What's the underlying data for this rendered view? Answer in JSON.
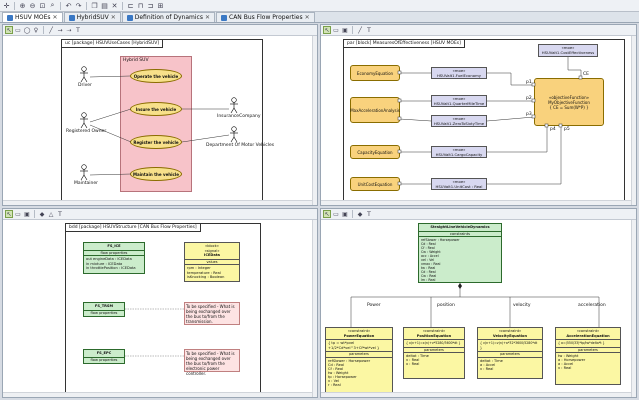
{
  "tabs": [
    {
      "label": "HSUV MOEs",
      "active": true
    },
    {
      "label": "HybridSUV",
      "active": false
    },
    {
      "label": "Definition of Dynamics",
      "active": false
    },
    {
      "label": "CAN Bus Flow Properties",
      "active": false
    }
  ],
  "uc": {
    "frame_label": "uc [package] HSUVUseCases [HybridSUV]",
    "subject_label": "Hybrid SUV",
    "actors": [
      "Driver",
      "Registered Owner",
      "Maintainer",
      "InsuranceCompany",
      "Department Of Motor Vehicles"
    ],
    "use_cases": [
      "Operate the vehicle",
      "Insure the vehicle",
      "Register the vehicle",
      "Maintain the vehicle"
    ]
  },
  "par": {
    "frame_label": "par [block] MeasuresOfEffectiveness [HSUV MOEs]",
    "constraint_note_stereo": "«moe»",
    "constraint_note_name": "HSUValt1.CostEffectiveness",
    "parts": [
      "EconomyEquation",
      "MaxAccelerationAnalysis",
      "CapacityEquation",
      "UnitCostEquation"
    ],
    "props": [
      {
        "stereo": "«moe»",
        "name": "HSUValt1.FuelEconomy"
      },
      {
        "stereo": "«moe»",
        "name": "HSUValt1.QuarterMileTime"
      },
      {
        "stereo": "«moe»",
        "name": "HSUValt1.ZeroToSixtyTime"
      },
      {
        "stereo": "«moe»",
        "name": "HSUValt1.CargoCapacity"
      },
      {
        "stereo": "«moe»",
        "name": "HSUValt1.UnitCost : Real"
      }
    ],
    "objective_stereo": "«objectiveFunction»",
    "objective_name": "MyObjectiveFunction",
    "objective_constraint": "{ CE = Sum(W*P) }",
    "ports": [
      "p1",
      "p2",
      "p3",
      "p4",
      "p5",
      "CE"
    ]
  },
  "bdd": {
    "frame_label": "bdd [package] HSUVStructure [CAN Bus Flow Properties]",
    "blocks": [
      {
        "name": "FS_ICE",
        "section": "flow properties",
        "rows": [
          "out engineData : ICEData",
          "in mixture : ICEData",
          "in throttlePosition : ICEData"
        ]
      },
      {
        "name": "FS_TRSM",
        "section": "flow properties",
        "rows": []
      },
      {
        "name": "FS_EPC",
        "section": "flow properties",
        "rows": []
      }
    ],
    "signal_block": {
      "stereo1": "«block»",
      "stereo2": "«signal»",
      "name": "ICEData",
      "section": "values",
      "rows": [
        "rpm : Integer",
        "temperature : Real",
        "isKnocking : Boolean"
      ]
    },
    "notes": [
      "To be specified - What is being exchanged over the bus to/from the transmission.",
      "To be specified - What is being exchanged over the bus to/from the electronic power controller."
    ]
  },
  "dyn": {
    "top": {
      "name": "StraightLineVehicleDynamics",
      "section": "constraints",
      "rows": [
        "refSlower : Horsepower",
        "Cd : Real",
        "Cf : Real",
        "Cw : Weight",
        "acc : Accel",
        "vel : Vel",
        "vmax : Real",
        "tw : Real",
        "Cd : Real",
        "Cw : Real",
        "lm : Real"
      ]
    },
    "roles": [
      "Power",
      "position",
      "velocity",
      "acceleration"
    ],
    "equations": [
      {
        "stereo": "«constraint»",
        "name": "PowerEquation",
        "constraint": "{ tp = wt*pvel +1/2*Cd*vel^3+Cf*wt*vel }",
        "section": "parameters",
        "rows": [
          "refSlower : Horsepower",
          "Cd : Real",
          "Cf : Real",
          "tw : Weight",
          "tp : Horsepower",
          "v : Vel",
          "r : Real"
        ]
      },
      {
        "stereo": "«constraint»",
        "name": "PositionEquation",
        "constraint": "{ x(n+1)=x(n)+v*5280/3600*dt }",
        "section": "parameters",
        "rows": [
          "deltat : Time",
          "v : Real",
          "x : Real"
        ]
      },
      {
        "stereo": "«constraint»",
        "name": "VelocityEquation",
        "constraint": "{ v(n+1)=v(n)+a*32*3600/5280*dt }",
        "section": "parameters",
        "rows": [
          "deltat : Time",
          "a : Accel",
          "v : Real"
        ]
      },
      {
        "stereo": "«constraint»",
        "name": "AccelerationEquation",
        "constraint": "{ a=(550/33)*tp/tw*delta*t }",
        "section": "parameters",
        "rows": [
          "tw : Weight",
          "a : Horsepower",
          "a : Accel",
          "v : Real"
        ]
      }
    ]
  }
}
